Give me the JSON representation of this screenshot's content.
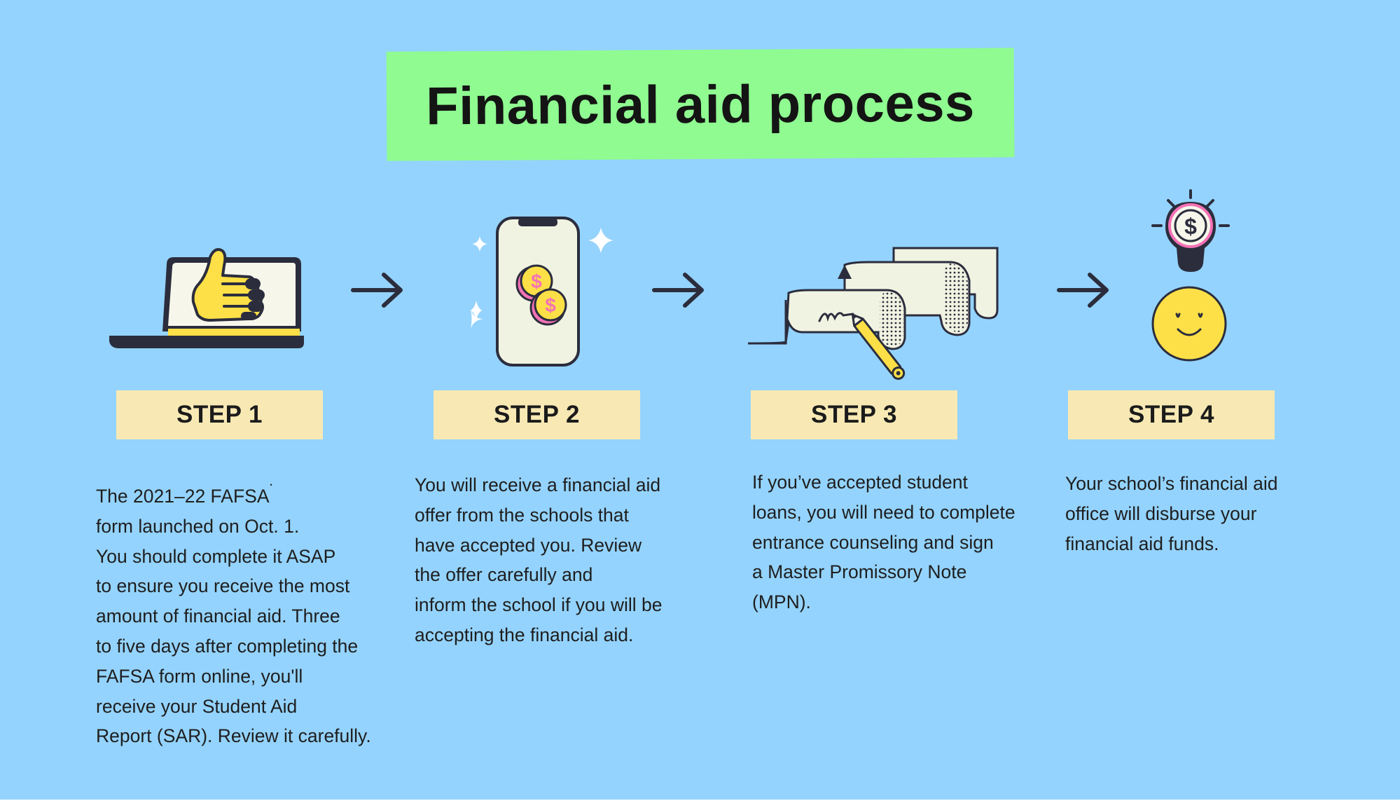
{
  "title": "Financial aid process",
  "icons": {
    "step1": "laptop-thumbs-up-icon",
    "step2": "phone-with-coins-icon",
    "step3": "signed-documents-pencil-icon",
    "step4": "lightbulb-dollar-smiley-icon",
    "connector": "right-arrow-icon"
  },
  "colors": {
    "background": "#94d3fd",
    "title_highlight": "#8ffb91",
    "step_label_bg": "#f8e9b4",
    "accent_yellow": "#fde047",
    "accent_pink": "#f472b6",
    "ink": "#2b2d3d"
  },
  "steps": [
    {
      "label": "STEP 1",
      "lines": [
        "The 2021–22 FAFSA",
        "form launched on Oct. 1.",
        "You should complete it ASAP",
        "to ensure you receive the most",
        "amount of financial aid. Three",
        "to five days after completing the",
        "FAFSA form online, you'll",
        "receive your Student Aid",
        "Report (SAR). Review it carefully."
      ]
    },
    {
      "label": "STEP 2",
      "lines": [
        "You will receive a financial aid",
        "offer from the schools that",
        "have accepted you. Review",
        "the offer carefully and",
        "inform the school if you will be",
        "accepting the financial aid."
      ]
    },
    {
      "label": "STEP 3",
      "lines": [
        "If you’ve accepted student",
        "loans, you will need to complete",
        "entrance counseling and sign",
        "a Master Promissory Note",
        "(MPN)."
      ]
    },
    {
      "label": "STEP 4",
      "lines": [
        "Your school’s financial aid",
        "office will disburse your",
        "financial aid funds."
      ]
    }
  ]
}
